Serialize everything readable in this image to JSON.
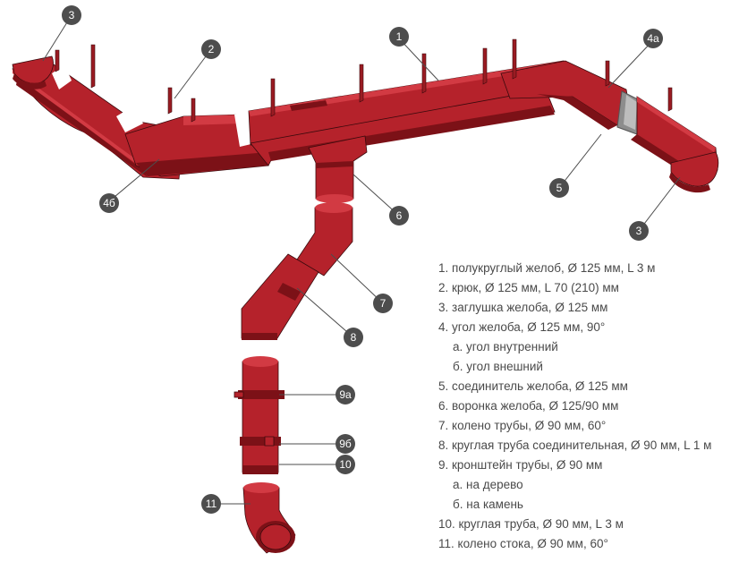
{
  "colors": {
    "metal": "#b5222b",
    "metal_dark": "#7c1117",
    "metal_light": "#d23a43",
    "outline": "#3a0a0d",
    "callout": "#4d4d4d",
    "hook": "#9a1b22",
    "connector": "#8d8d8d",
    "legend_text": "#4a4a4a"
  },
  "callouts": [
    {
      "id": "3",
      "label": "3"
    },
    {
      "id": "2",
      "label": "2"
    },
    {
      "id": "1",
      "label": "1"
    },
    {
      "id": "4a",
      "label": "4а"
    },
    {
      "id": "4b",
      "label": "4б"
    },
    {
      "id": "5",
      "label": "5"
    },
    {
      "id": "3r",
      "label": "3"
    },
    {
      "id": "6",
      "label": "6"
    },
    {
      "id": "7",
      "label": "7"
    },
    {
      "id": "8",
      "label": "8"
    },
    {
      "id": "9a",
      "label": "9а"
    },
    {
      "id": "9b",
      "label": "9б"
    },
    {
      "id": "10",
      "label": "10"
    },
    {
      "id": "11",
      "label": "11"
    }
  ],
  "legend": [
    {
      "text": "1. полукруглый желоб, Ø 125 мм, L 3 м",
      "sub": false
    },
    {
      "text": "2. крюк, Ø 125 мм, L 70 (210)  мм",
      "sub": false
    },
    {
      "text": "3. заглушка желоба, Ø 125 мм",
      "sub": false
    },
    {
      "text": "4. угол желоба, Ø 125 мм, 90°",
      "sub": false
    },
    {
      "text": "а. угол внутренний",
      "sub": true
    },
    {
      "text": "б. угол внешний",
      "sub": true
    },
    {
      "text": "5. соединитель желоба, Ø 125 мм",
      "sub": false
    },
    {
      "text": "6. воронка желоба, Ø 125/90 мм",
      "sub": false
    },
    {
      "text": "7. колено трубы, Ø 90 мм, 60°",
      "sub": false
    },
    {
      "text": "8. круглая труба соединительная, Ø 90 мм, L 1 м",
      "sub": false
    },
    {
      "text": "9. кронштейн трубы, Ø 90 мм",
      "sub": false
    },
    {
      "text": "а. на дерево",
      "sub": true
    },
    {
      "text": "б. на камень",
      "sub": true
    },
    {
      "text": "10. круглая труба, Ø 90 мм, L 3 м",
      "sub": false
    },
    {
      "text": "11. колено стока, Ø 90 мм, 60°",
      "sub": false
    }
  ]
}
